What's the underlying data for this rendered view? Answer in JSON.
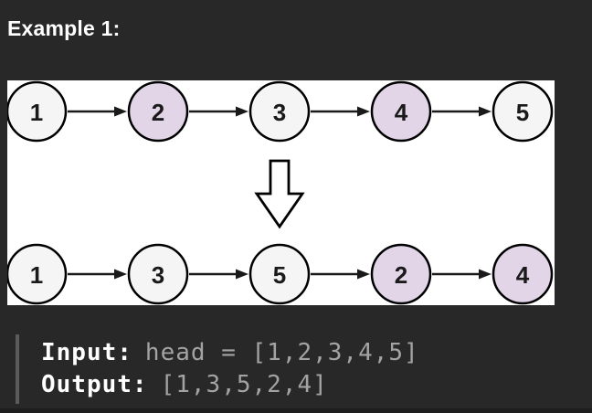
{
  "heading": {
    "text": "Example 1:"
  },
  "diagram": {
    "rows": [
      {
        "name": "original-list",
        "nodes": [
          {
            "value": "1",
            "highlight": false
          },
          {
            "value": "2",
            "highlight": true
          },
          {
            "value": "3",
            "highlight": false
          },
          {
            "value": "4",
            "highlight": true
          },
          {
            "value": "5",
            "highlight": false
          }
        ]
      },
      {
        "name": "reordered-list",
        "nodes": [
          {
            "value": "1",
            "highlight": false
          },
          {
            "value": "3",
            "highlight": false
          },
          {
            "value": "5",
            "highlight": false
          },
          {
            "value": "2",
            "highlight": true
          },
          {
            "value": "4",
            "highlight": true
          }
        ]
      }
    ],
    "colors": {
      "panel_bg": "#ffffff",
      "node_fill": "#f5f5f5",
      "node_fill_highlight": "#e1d5e7",
      "node_stroke": "#000000",
      "node_text": "#1a1a1a",
      "arrow": "#1a1a1a"
    }
  },
  "example": {
    "input_label": "Input:",
    "input_value": "head = [1,2,3,4,5]",
    "output_label": "Output:",
    "output_value": "[1,3,5,2,4]"
  },
  "colors": {
    "page_bg": "#282828",
    "heading_text": "#ffffff",
    "value_text": "#a3a3a3",
    "quote_bar": "#5b5b5b"
  }
}
